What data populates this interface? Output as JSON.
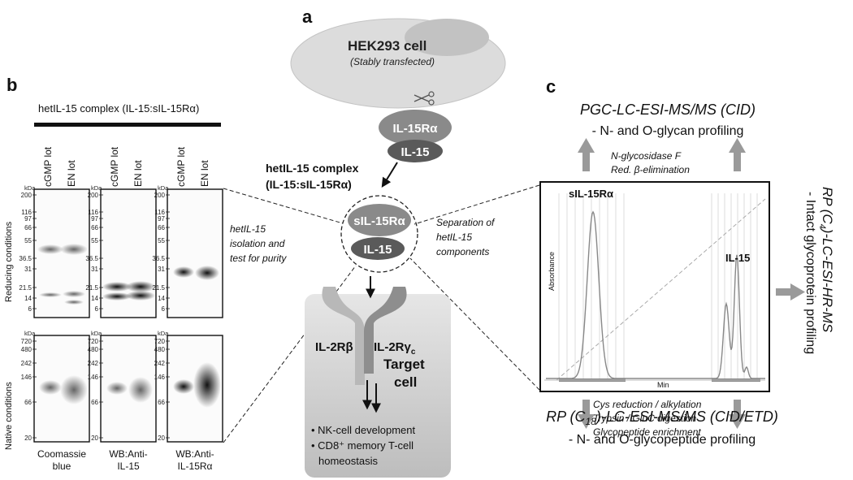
{
  "panel_a": {
    "label": "a",
    "cell_title": "HEK293 cell",
    "cell_subtitle": "(Stably transfected)",
    "receptor_alpha": "IL-15Rα",
    "ligand": "IL-15",
    "complex_line1": "hetIL-15 complex",
    "complex_line2": "(IL-15:sIL-15Rα)",
    "soluble_alpha": "sIL-15Rα",
    "ligand2": "IL-15",
    "il2rb": "IL-2Rβ",
    "il2rg": "IL-2Rγ",
    "il2rg_sub": "c",
    "target_line1": "Target",
    "target_line2": "cell",
    "bullet1": "• NK-cell development",
    "bullet2": "• CD8⁺ memory T-cell",
    "bullet2b": "homeostasis",
    "left_note1": "hetIL-15",
    "left_note2": "isolation and",
    "left_note3": "test for purity",
    "right_note1": "Separation of",
    "right_note2": "hetIL-15",
    "right_note3": "components"
  },
  "panel_b": {
    "label": "b",
    "header": "hetIL-15 complex (IL-15:sIL-15Rα)",
    "lanes": [
      "cGMP lot",
      "EN lot"
    ],
    "kda": "kDa",
    "reducing_label": "Reducing conditions",
    "native_label": "Native conditions",
    "reducing_ticks": [
      "200",
      "116",
      "97",
      "66",
      "55",
      "36.5",
      "31",
      "21.5",
      "14",
      "6"
    ],
    "native_ticks": [
      "720",
      "480",
      "242",
      "146",
      "66",
      "20"
    ],
    "captions": [
      [
        "Coomassie",
        "blue"
      ],
      [
        "WB:Anti-",
        "IL-15"
      ],
      [
        "WB:Anti-",
        "IL-15Rα"
      ]
    ]
  },
  "panel_c": {
    "label": "c",
    "top_title": "PGC-LC-ESI-MS/MS (CID)",
    "top_sub": "- N- and O-glycan profiling",
    "top_steps": [
      "N-glycosidase F",
      "Red. β-elimination"
    ],
    "peak1": "sIL-15Rα",
    "peak2": "IL-15",
    "ylabel": "Absorbance",
    "xlabel": "Min",
    "bottom_steps": [
      "Cys reduction / alkylation",
      "Trypsin / GluC digestion",
      "Glycopeptide enrichment"
    ],
    "bottom_title": "RP (C18)-LC-ESI-MS/MS (CID/ETD)",
    "bottom_sub": "- N- and O-glycopeptide profiling",
    "right_title": "RP (C4)-LC-ESI-HR-MS",
    "right_sub": "- Intact glycoprotein profiling"
  }
}
